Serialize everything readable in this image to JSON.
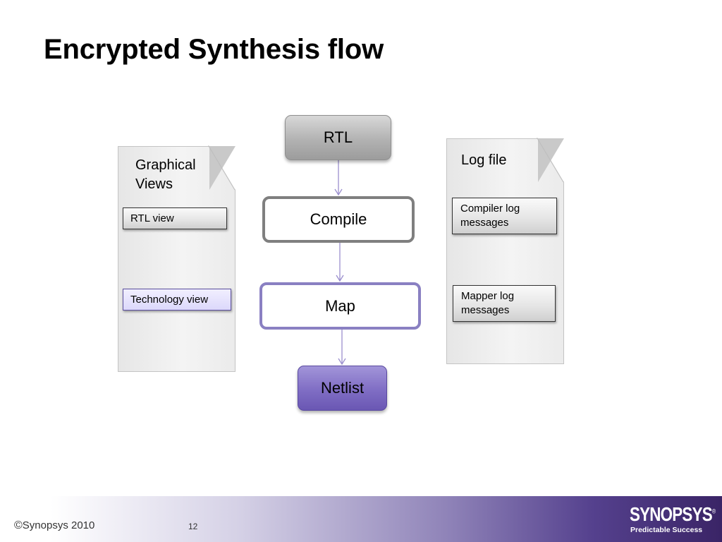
{
  "slide": {
    "title": "Encrypted Synthesis flow"
  },
  "views_card": {
    "title": "Graphical Views",
    "items": [
      "RTL view",
      "Technology view"
    ]
  },
  "log_card": {
    "title": "Log file",
    "items": [
      "Compiler log messages",
      "Mapper log messages"
    ]
  },
  "flow": {
    "steps": [
      "RTL",
      "Compile",
      "Map",
      "Netlist"
    ]
  },
  "footer": {
    "copyright_symbol": "©",
    "copyright_text": "Synopsys 2010",
    "page_number": "12",
    "logo": "SYNOPSYS",
    "logo_mark": "®",
    "tagline": "Predictable Success"
  },
  "colors": {
    "accent_purple": "#7f6dc4",
    "outline_purple": "#8a80c2",
    "outline_gray": "#7f7f7f",
    "arrow": "#9b8fce",
    "footer_dark": "#3a2466"
  }
}
